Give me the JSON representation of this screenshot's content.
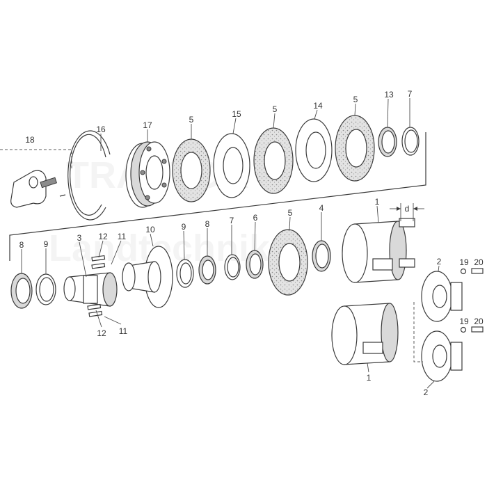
{
  "colors": {
    "line": "#3a3a3a",
    "friction_fill": "#d9d9d9",
    "background": "#ffffff"
  },
  "watermark": [
    "TRACTOR",
    "Landtechnik"
  ],
  "labels": {
    "p18": "18",
    "p16": "16",
    "p17": "17",
    "p5a": "5",
    "p15": "15",
    "p5b": "5",
    "p14": "14",
    "p5c": "5",
    "p13": "13",
    "p7a": "7",
    "p8a": "8",
    "p9a": "9",
    "p3": "3",
    "p12a": "12",
    "p11a": "11",
    "p10": "10",
    "p9b": "9",
    "p8b": "8",
    "p7b": "7",
    "p6": "6",
    "p5d": "5",
    "p4": "4",
    "p1a": "1",
    "d": "d",
    "p12b": "12",
    "p11b": "11",
    "p2a": "2",
    "p19a": "19",
    "p20a": "20",
    "p19b": "19",
    "p20b": "20",
    "p1b": "1",
    "p2b": "2"
  }
}
